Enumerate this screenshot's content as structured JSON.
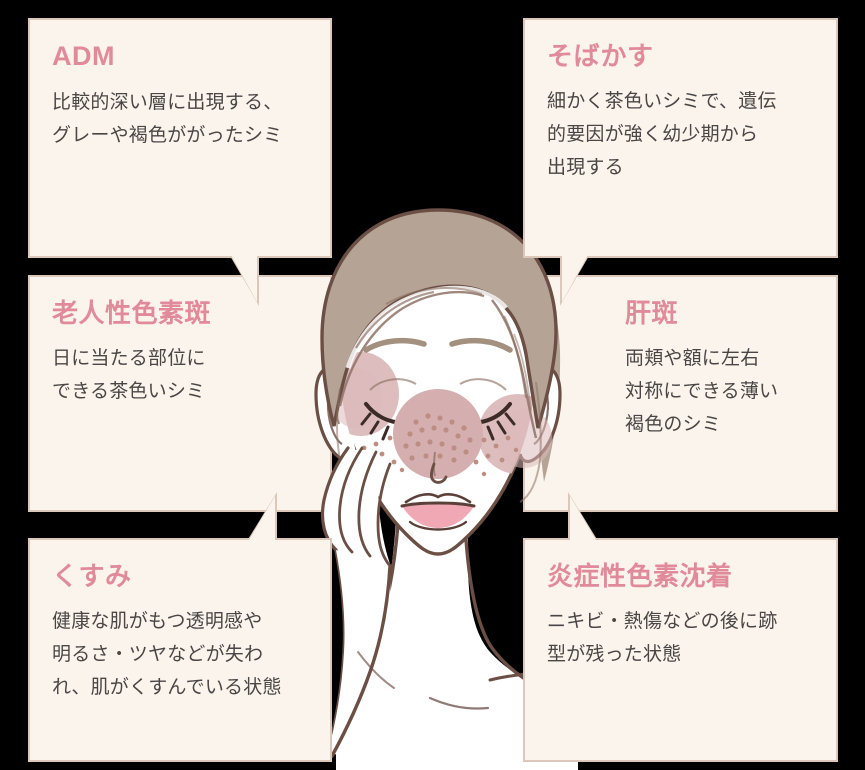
{
  "meta": {
    "background_color": "#000000",
    "bubble_fill": "#FBF4EC",
    "bubble_border": "#DCC8BB",
    "title_color": "#E08A9C",
    "body_color": "#4A4645",
    "illustration": {
      "skin_color": "#FFFFFF",
      "outline_color": "#6B4F45",
      "hair_color": "#B5A396",
      "hair_shade": "#8E7366",
      "cheek_color": "#DCB9BA",
      "nose_patch_color": "#D5AFAF",
      "freckle_color": "#C08F84",
      "lip_color": "#EFA8B4",
      "name": "woman-face-illustration"
    }
  },
  "bubbles": [
    {
      "id": "adm",
      "name": "ADM",
      "title": "ADM",
      "title_script": "latin",
      "lines": [
        "比較的深い層に出現する、",
        "グレーや褐色ががったシミ"
      ],
      "tail": "down-right"
    },
    {
      "id": "freckles",
      "name": "そばかす",
      "title": "そばかす",
      "title_script": "jp",
      "lines": [
        "細かく茶色いシミで、遺伝",
        "的要因が強く幼少期から",
        "出現する"
      ],
      "tail": "down-left"
    },
    {
      "id": "senile-lentigo",
      "name": "老人性色素斑",
      "title": "老人性色素斑",
      "title_script": "jp",
      "lines": [
        "日に当たる部位に",
        "できる茶色いシミ"
      ],
      "tail": "none"
    },
    {
      "id": "melasma",
      "name": "肝斑",
      "title": "肝斑",
      "title_script": "jp",
      "lines": [
        "両頬や額に左右",
        "対称にできる薄い",
        "褐色のシミ"
      ],
      "tail": "none"
    },
    {
      "id": "dullness",
      "name": "くすみ",
      "title": "くすみ",
      "title_script": "jp",
      "lines": [
        "健康な肌がもつ透明感や",
        "明るさ・ツヤなどが失わ",
        "れ、肌がくすんでいる状態"
      ],
      "tail": "up-right"
    },
    {
      "id": "pih",
      "name": "炎症性色素沈着",
      "title": "炎症性色素沈着",
      "title_script": "jp",
      "lines": [
        "ニキビ・熱傷などの後に跡",
        "型が残った状態"
      ],
      "tail": "up-left"
    }
  ]
}
